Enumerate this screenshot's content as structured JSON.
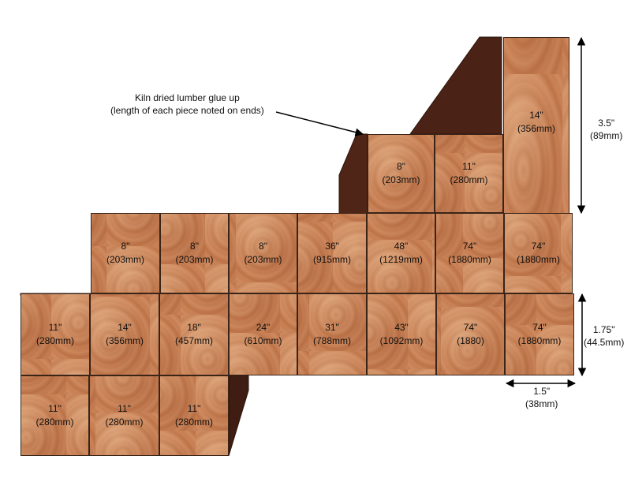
{
  "annotation": {
    "line1": "Kiln dried lumber glue up",
    "line2": "(length of each piece noted on ends)"
  },
  "dimensions": {
    "top_height": {
      "value": "3.5\"",
      "metric": "(89mm)"
    },
    "row_height": {
      "value": "1.75\"",
      "metric": "(44.5mm)"
    },
    "col_width": {
      "value": "1.5\"",
      "metric": "(38mm)"
    }
  },
  "rows": [
    [
      {
        "imperial": "8\"",
        "metric": "(203mm)"
      },
      {
        "imperial": "11\"",
        "metric": "(280mm)"
      },
      {
        "imperial": "14\"",
        "metric": "(356mm)"
      }
    ],
    [
      {
        "imperial": "8\"",
        "metric": "(203mm)"
      },
      {
        "imperial": "8\"",
        "metric": "(203mm)"
      },
      {
        "imperial": "8\"",
        "metric": "(203mm)"
      },
      {
        "imperial": "36\"",
        "metric": "(915mm)"
      },
      {
        "imperial": "48\"",
        "metric": "(1219mm)"
      },
      {
        "imperial": "74\"",
        "metric": "(1880mm)"
      },
      {
        "imperial": "74\"",
        "metric": "(1880mm)"
      }
    ],
    [
      {
        "imperial": "11\"",
        "metric": "(280mm)"
      },
      {
        "imperial": "14\"",
        "metric": "(356mm)"
      },
      {
        "imperial": "18\"",
        "metric": "(457mm)"
      },
      {
        "imperial": "24\"",
        "metric": "(610mm)"
      },
      {
        "imperial": "31\"",
        "metric": "(788mm)"
      },
      {
        "imperial": "43\"",
        "metric": "(1092mm)"
      },
      {
        "imperial": "74\"",
        "metric": "(1880)"
      },
      {
        "imperial": "74\"",
        "metric": "(1880mm)"
      }
    ],
    [
      {
        "imperial": "11\"",
        "metric": "(280mm)"
      },
      {
        "imperial": "11\"",
        "metric": "(280mm)"
      },
      {
        "imperial": "11\"",
        "metric": "(280mm)"
      }
    ]
  ]
}
